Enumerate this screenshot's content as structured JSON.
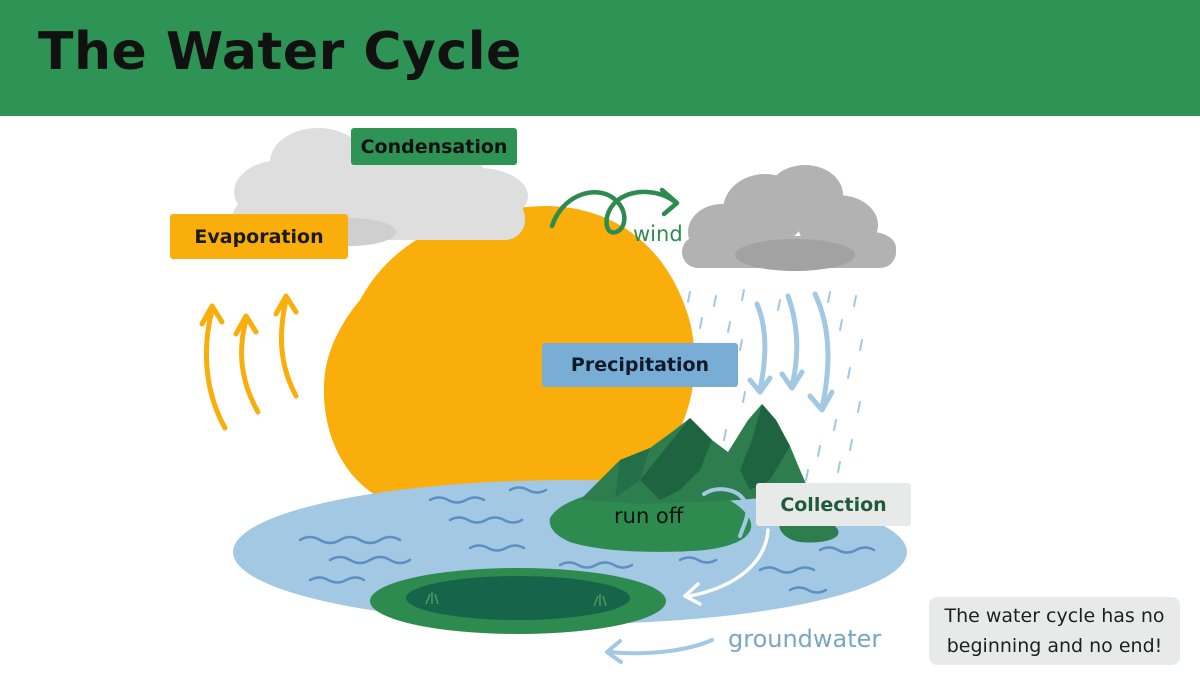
{
  "title": "The Water Cycle",
  "labels": {
    "evaporation": "Evaporation",
    "condensation": "Condensation",
    "precipitation": "Precipitation",
    "collection": "Collection",
    "wind": "wind",
    "run_off": "run off",
    "groundwater": "groundwater"
  },
  "note": "The water cycle has no beginning and no end!",
  "colors": {
    "header": "#2e9455",
    "sun": "#f9ae0b",
    "water": "#a3c8e4",
    "land": "#2e7d4f",
    "precipitation_label": "#78aed6",
    "note_bg": "#e8eae9"
  }
}
